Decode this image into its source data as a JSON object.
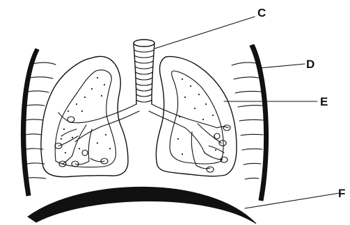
{
  "labels": {
    "c": "C",
    "d": "D",
    "e": "E",
    "f": "F"
  }
}
